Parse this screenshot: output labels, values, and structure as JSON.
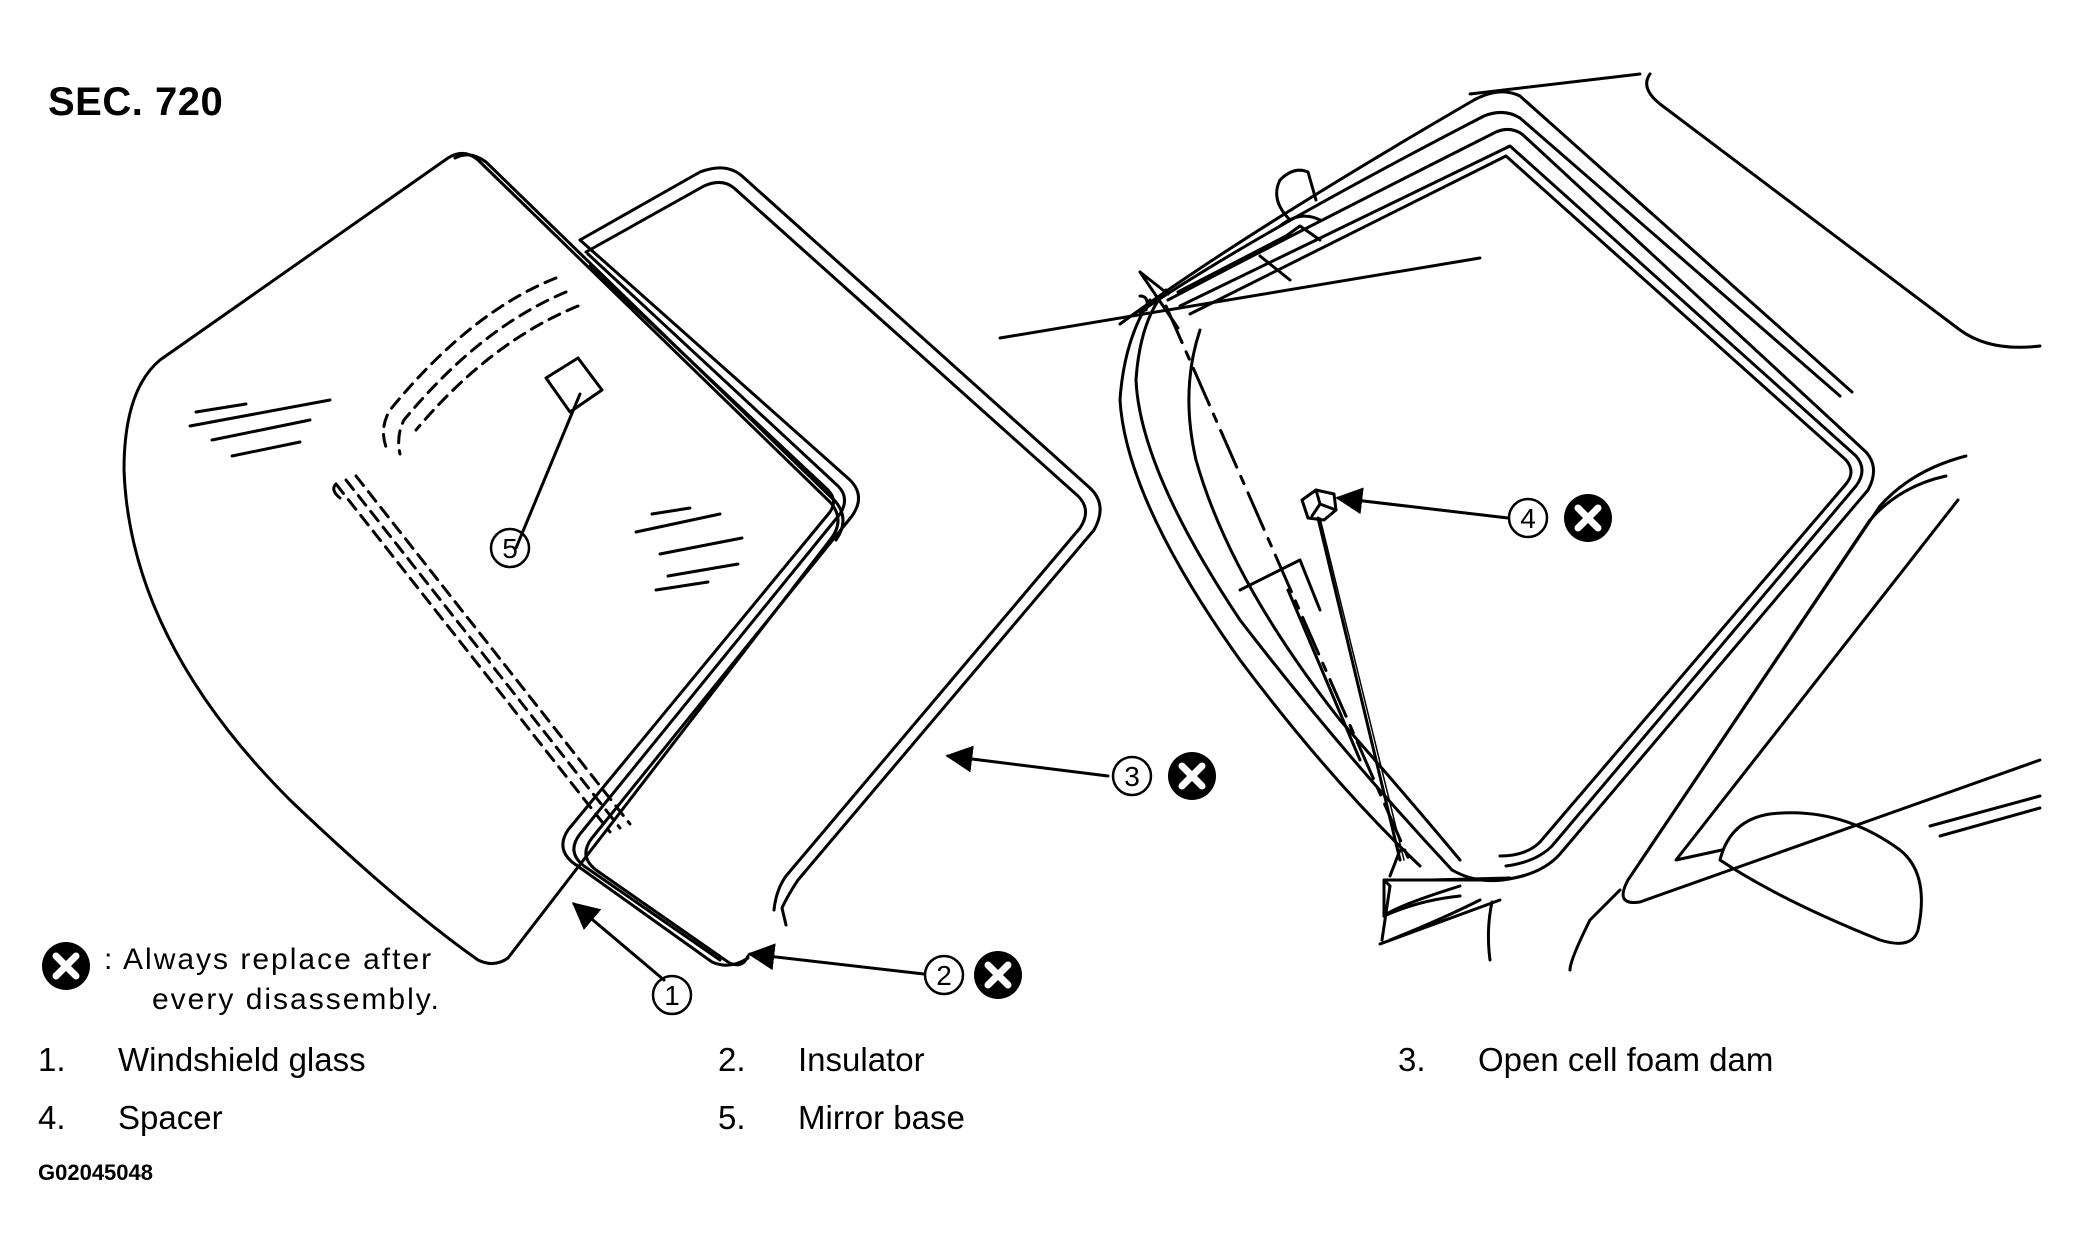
{
  "section_label": "SEC. 720",
  "callouts": [
    "1",
    "2",
    "3",
    "4",
    "5"
  ],
  "note": {
    "line1": ": Always replace after",
    "line2": "every disassembly."
  },
  "parts": [
    {
      "num": "1.",
      "name": "Windshield glass"
    },
    {
      "num": "2.",
      "name": "Insulator"
    },
    {
      "num": "3.",
      "name": "Open cell foam dam"
    },
    {
      "num": "4.",
      "name": "Spacer"
    },
    {
      "num": "5.",
      "name": "Mirror base"
    }
  ],
  "figure_code": "G02045048",
  "icons": {
    "replace_marker": "x-circle-icon"
  }
}
